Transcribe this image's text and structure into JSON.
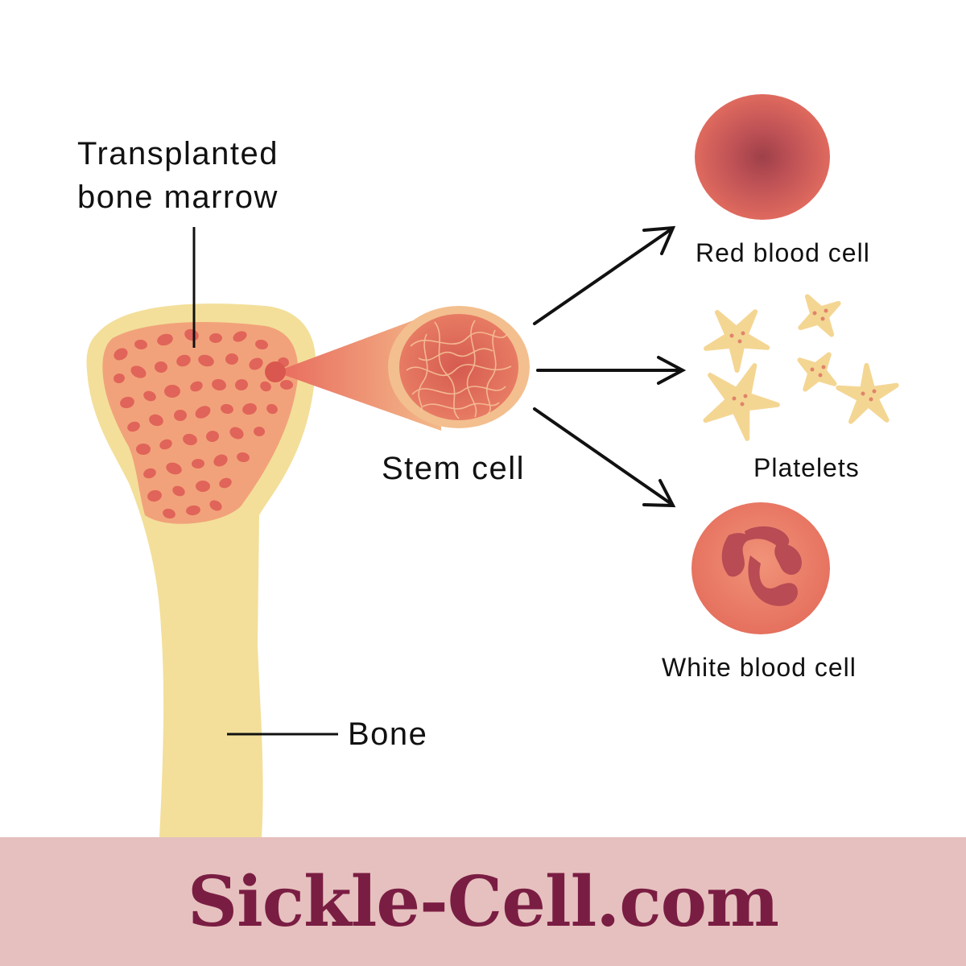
{
  "labels": {
    "transplanted_line1": "Transplanted",
    "transplanted_line2": "bone marrow",
    "stem_cell": "Stem cell",
    "bone": "Bone",
    "red_blood_cell": "Red blood cell",
    "platelets": "Platelets",
    "white_blood_cell": "White blood cell"
  },
  "footer": {
    "site_name": "Sickle-Cell.com"
  },
  "colors": {
    "bone": "#f3df9a",
    "marrow": "#f2a27a",
    "marrow_spot": "#e0645a",
    "red_cell": "#d7655a",
    "red_cell_center": "#a8464c",
    "platelet": "#f4d693",
    "white_cell": "#e87c6a",
    "nucleus": "#b84b53",
    "footer_bg": "#e6c0be",
    "footer_text": "#7a1d43",
    "arrow": "#111111"
  },
  "icons": [
    "bone-icon",
    "stem-cell-icon",
    "red-blood-cell-icon",
    "platelet-icon",
    "white-blood-cell-icon",
    "arrow-icon"
  ]
}
